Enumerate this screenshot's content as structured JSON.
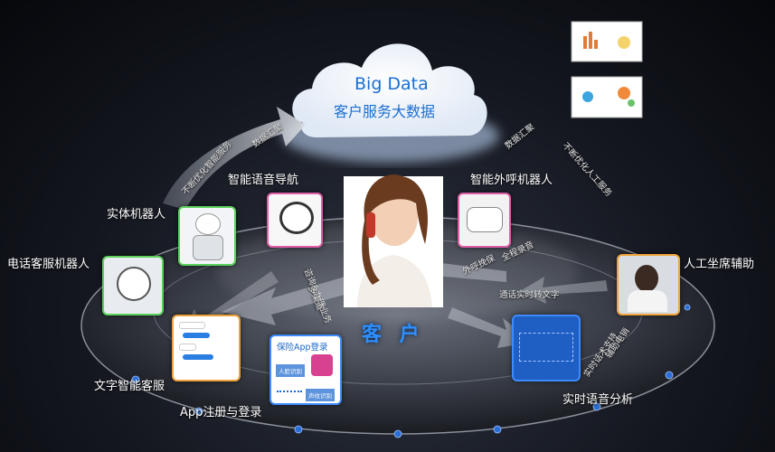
{
  "cloud": {
    "title": "Big Data",
    "subtitle": "客户服务大数据"
  },
  "center": {
    "title": "客 户"
  },
  "labels": {
    "voice_nav": "智能语音导航",
    "outbound_robot": "智能外呼机器人",
    "physical_robot": "实体机器人",
    "phone_robot": "电话客服机器人",
    "human_assist": "人工坐席辅助",
    "text_service": "文字智能客服",
    "app_login": "App注册与登录",
    "voice_analysis": "实时语音分析"
  },
  "arrow_labels": {
    "data_sum_left": "数据汇聚",
    "optimize_left": "不断优化智能服务",
    "data_sum_right": "数据汇聚",
    "optimize_right": "不断优化人工服务",
    "consult": "咨询&办理业务",
    "multi_channel": "多渠道",
    "call_care": "外呼挽保",
    "full_record": "全程录音",
    "speech_to_text": "通话实时转文字",
    "script_support": "实时话术支持",
    "assist_ident": "辅助电销"
  },
  "app_card": {
    "title": "保险App登录",
    "face": "人脸识别",
    "voice": "声纹识别"
  },
  "colors": {
    "accent_blue": "#2c8fff",
    "cloud_text": "#1b6fd1",
    "green": "#5bd15b",
    "pink": "#e05ea8",
    "orange": "#f0a23a"
  }
}
